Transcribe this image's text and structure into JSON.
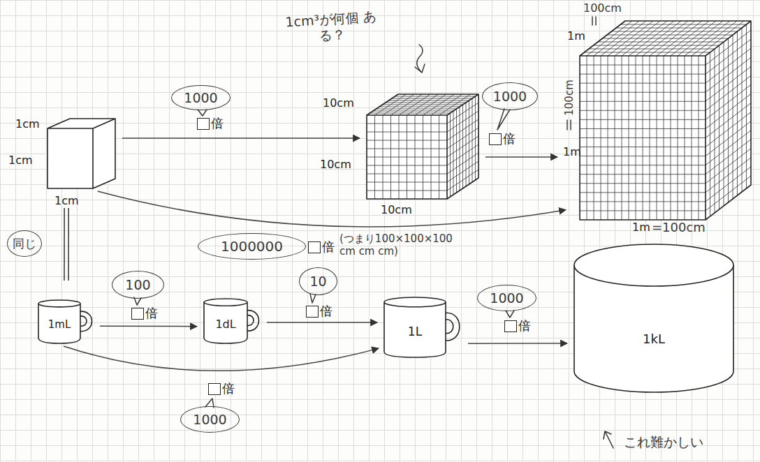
{
  "diagram": {
    "nodes": [
      {
        "text": [
          "1cm",
          "1cm",
          "1cm"
        ]
      },
      {
        "text": [
          "10cm",
          "10cm",
          "10cm"
        ]
      },
      {
        "text": [
          "1m",
          "1m",
          "1m"
        ]
      },
      {
        "text": [
          "1mL"
        ]
      },
      {
        "text": [
          "1dL"
        ]
      },
      {
        "text": [
          "1L"
        ]
      },
      {
        "text": [
          "1kL"
        ]
      }
    ],
    "edges": [
      {
        "from": 0,
        "to": 1,
        "label": "倍",
        "arrow": "to"
      },
      {
        "from": 1,
        "to": 2,
        "label": "倍",
        "arrow": "to"
      },
      {
        "from": 0,
        "to": 2,
        "label": "倍",
        "arrow": "to"
      },
      {
        "from": 0,
        "to": 3,
        "label": "同じ",
        "arrow": "none"
      },
      {
        "from": 3,
        "to": 4,
        "label": "倍",
        "arrow": "to"
      },
      {
        "from": 4,
        "to": 5,
        "label": "倍",
        "arrow": "to"
      },
      {
        "from": 5,
        "to": 6,
        "label": "倍",
        "arrow": "to"
      },
      {
        "from": 3,
        "to": 5,
        "label": "倍",
        "arrow": "to"
      }
    ],
    "labels": [
      "1cm³が何個 ある？",
      "1000",
      "1000",
      "100cm",
      "100cm",
      "=100cm",
      "1000000",
      "(つまり100×100×100 cm cm cm)",
      "100",
      "10",
      "1000",
      "1000",
      "これ難かしい"
    ]
  }
}
